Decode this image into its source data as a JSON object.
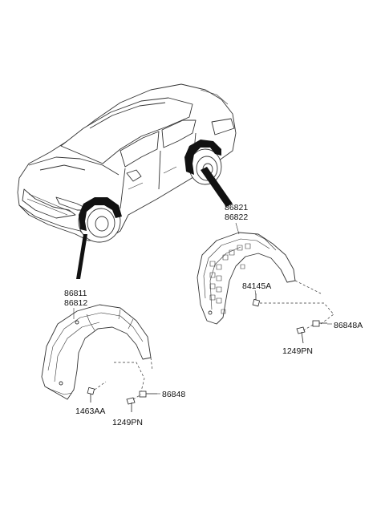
{
  "diagram": {
    "labels": {
      "front_liner_a": "86811",
      "front_liner_b": "86812",
      "rear_liner_a": "86821",
      "rear_liner_b": "86822",
      "rear_nut": "84145A",
      "rear_clip": "86848A",
      "rear_screw": "1249PN",
      "front_nut": "1463AA",
      "front_screw": "1249PN",
      "front_clip": "86848"
    }
  }
}
